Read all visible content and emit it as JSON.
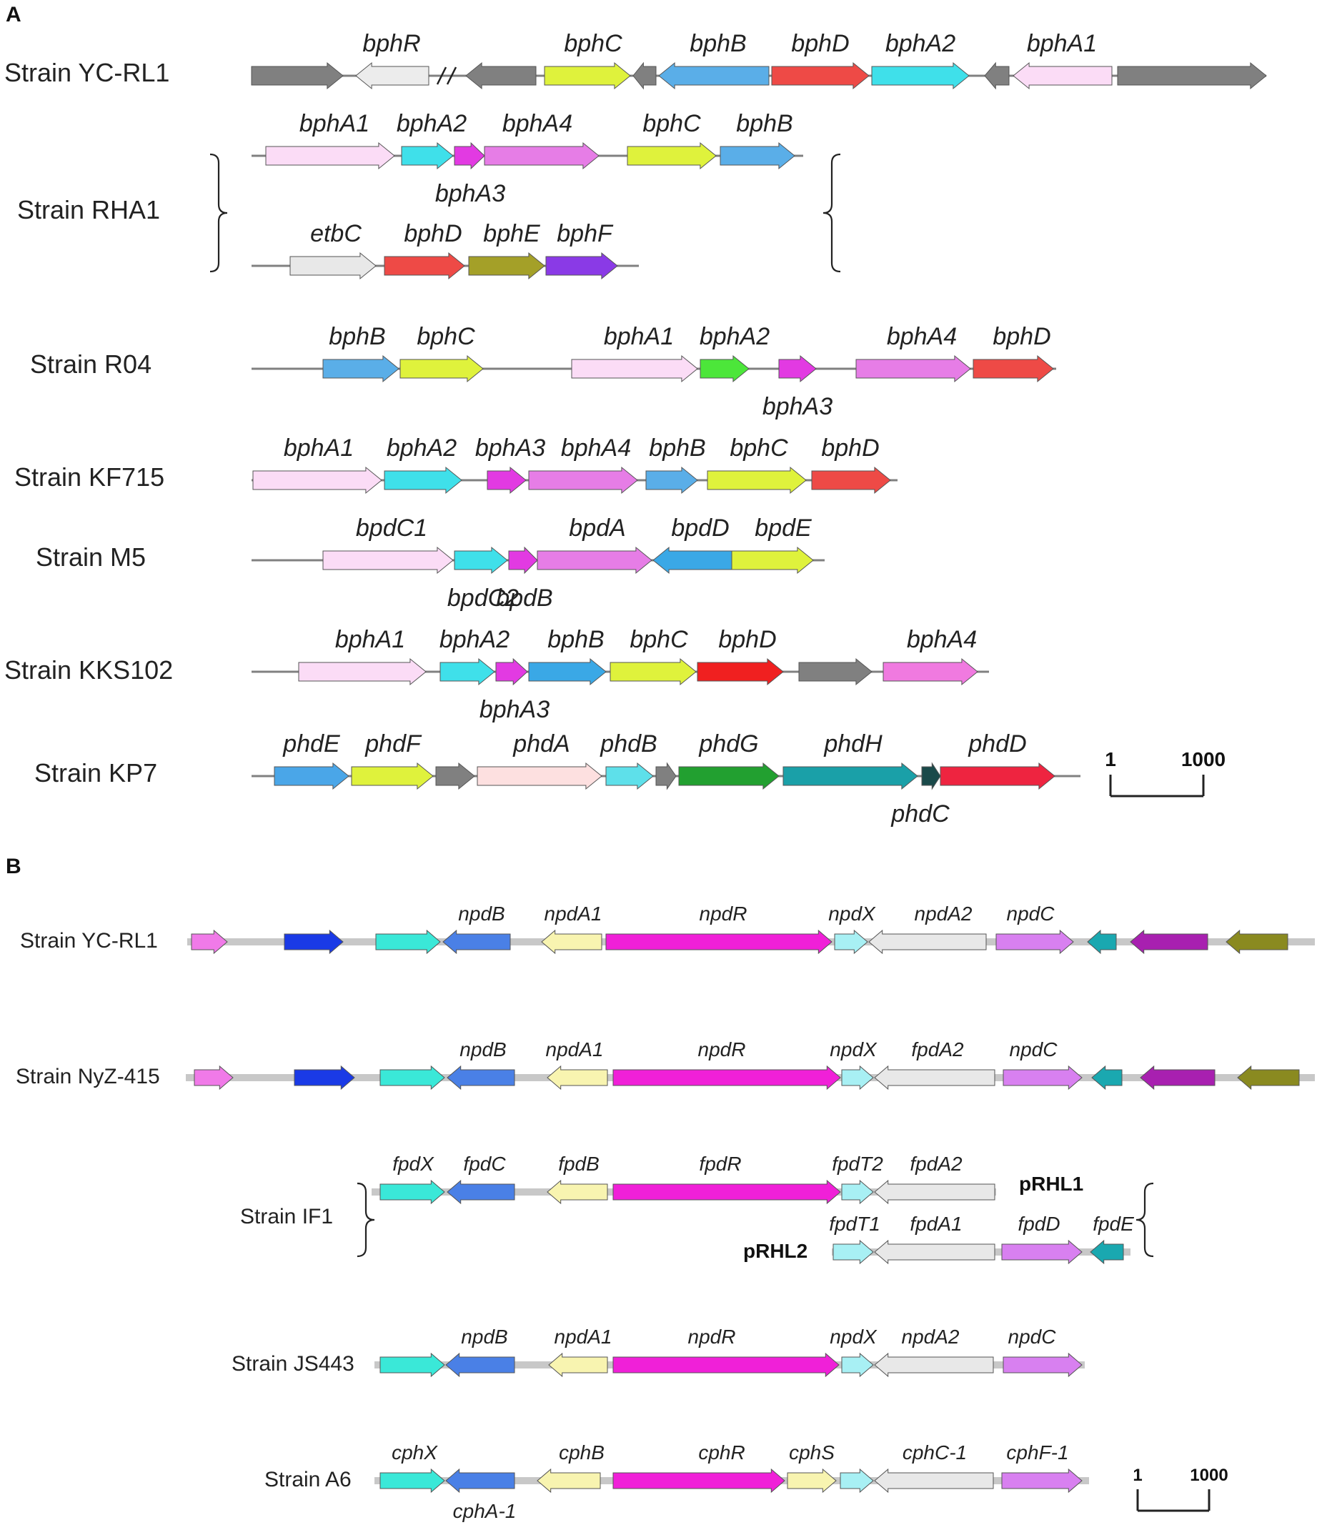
{
  "panels": [
    {
      "id": "A",
      "label": "A",
      "scale_bar": {
        "start_label": "1",
        "end_label": "1000"
      },
      "strains": [
        {
          "name": "Strain YC-RL1",
          "genes": [
            {
              "label": "",
              "color": "#808080"
            },
            {
              "label": "bphR",
              "color": "#ececec"
            },
            {
              "label": "",
              "color": "#808080"
            },
            {
              "label": "bphC",
              "color": "#dff23c"
            },
            {
              "label": "",
              "color": "#808080"
            },
            {
              "label": "bphB",
              "color": "#5aaee8"
            },
            {
              "label": "bphD",
              "color": "#ee4a46"
            },
            {
              "label": "bphA2",
              "color": "#3fe0ea"
            },
            {
              "label": "",
              "color": "#808080"
            },
            {
              "label": "bphA1",
              "color": "#fbdcf6"
            },
            {
              "label": "",
              "color": "#808080"
            }
          ]
        },
        {
          "name": "Strain RHA1",
          "sub_rows": [
            [
              {
                "label": "bphA1",
                "color": "#fbdcf6"
              },
              {
                "label": "bphA2",
                "color": "#3fe0ea"
              },
              {
                "label": "bphA3",
                "color": "#e23ae2"
              },
              {
                "label": "bphA4",
                "color": "#e67de6"
              },
              {
                "label": "bphC",
                "color": "#dff23c"
              },
              {
                "label": "bphB",
                "color": "#5aaee8"
              }
            ],
            [
              {
                "label": "etbC",
                "color": "#e8e8e8"
              },
              {
                "label": "bphD",
                "color": "#ee4a46"
              },
              {
                "label": "bphE",
                "color": "#a4a028"
              },
              {
                "label": "bphF",
                "color": "#8a3ae6"
              }
            ]
          ]
        },
        {
          "name": "Strain R04",
          "genes": [
            {
              "label": "bphB",
              "color": "#5aaee8"
            },
            {
              "label": "bphC",
              "color": "#dff23c"
            },
            {
              "label": "bphA1",
              "color": "#fbdcf6"
            },
            {
              "label": "bphA2",
              "color": "#4ce63a"
            },
            {
              "label": "bphA3",
              "color": "#e23ae2"
            },
            {
              "label": "bphA4",
              "color": "#e67de6"
            },
            {
              "label": "bphD",
              "color": "#ee4a46"
            }
          ]
        },
        {
          "name": "Strain KF715",
          "genes": [
            {
              "label": "bphA1",
              "color": "#fbdcf6"
            },
            {
              "label": "bphA2",
              "color": "#3fe0ea"
            },
            {
              "label": "bphA3",
              "color": "#e23ae2"
            },
            {
              "label": "bphA4",
              "color": "#e67de6"
            },
            {
              "label": "bphB",
              "color": "#5aaee8"
            },
            {
              "label": "bphC",
              "color": "#dff23c"
            },
            {
              "label": "bphD",
              "color": "#ee4a46"
            }
          ]
        },
        {
          "name": "Strain M5",
          "genes": [
            {
              "label": "bpdC1",
              "color": "#fbdcf6"
            },
            {
              "label": "bpdC2",
              "color": "#3fe0ea"
            },
            {
              "label": "bpdB",
              "color": "#e23ae2"
            },
            {
              "label": "bpdA",
              "color": "#e67de6"
            },
            {
              "label": "bpdD",
              "color": "#3aa8e6"
            },
            {
              "label": "bpdE",
              "color": "#dff23c"
            }
          ]
        },
        {
          "name": "Strain KKS102",
          "genes": [
            {
              "label": "bphA1",
              "color": "#fbdcf6"
            },
            {
              "label": "bphA2",
              "color": "#3fe0ea"
            },
            {
              "label": "bphA3",
              "color": "#e23ae2"
            },
            {
              "label": "bphB",
              "color": "#3aa8e6"
            },
            {
              "label": "bphC",
              "color": "#dff23c"
            },
            {
              "label": "bphD",
              "color": "#f02020"
            },
            {
              "label": "",
              "color": "#808080"
            },
            {
              "label": "bphA4",
              "color": "#f07ae0"
            }
          ]
        },
        {
          "name": "Strain KP7",
          "genes": [
            {
              "label": "phdE",
              "color": "#4aa6e8"
            },
            {
              "label": "phdF",
              "color": "#dff23c"
            },
            {
              "label": "",
              "color": "#808080"
            },
            {
              "label": "phdA",
              "color": "#fde0e0"
            },
            {
              "label": "phdB",
              "color": "#5ee0ea"
            },
            {
              "label": "",
              "color": "#808080"
            },
            {
              "label": "phdG",
              "color": "#22a030"
            },
            {
              "label": "phdH",
              "color": "#1aa0a8"
            },
            {
              "label": "phdC",
              "color": "#1a4a4a"
            },
            {
              "label": "phdD",
              "color": "#ee2440"
            }
          ]
        }
      ]
    },
    {
      "id": "B",
      "label": "B",
      "scale_bar": {
        "start_label": "1",
        "end_label": "1000"
      },
      "strains": [
        {
          "name": "Strain YC-RL1",
          "genes": [
            {
              "label": "",
              "color": "#f07ae8"
            },
            {
              "label": "",
              "color": "#1a3ae6"
            },
            {
              "label": "",
              "color": "#3ae8d8"
            },
            {
              "label": "npdB",
              "color": "#4a80e6"
            },
            {
              "label": "npdA1",
              "color": "#f8f4b0"
            },
            {
              "label": "npdR",
              "color": "#f020d8"
            },
            {
              "label": "npdX",
              "color": "#a8f0f4"
            },
            {
              "label": "npdA2",
              "color": "#e8e8e8"
            },
            {
              "label": "npdC",
              "color": "#d880f0"
            },
            {
              "label": "",
              "color": "#1aa8b0"
            },
            {
              "label": "",
              "color": "#a820b0"
            },
            {
              "label": "",
              "color": "#8a8a20"
            }
          ]
        },
        {
          "name": "Strain NyZ-415",
          "genes": [
            {
              "label": "",
              "color": "#f07ae8"
            },
            {
              "label": "",
              "color": "#1a3ae6"
            },
            {
              "label": "",
              "color": "#3ae8d8"
            },
            {
              "label": "npdB",
              "color": "#4a80e6"
            },
            {
              "label": "npdA1",
              "color": "#f8f4b0"
            },
            {
              "label": "npdR",
              "color": "#f020d8"
            },
            {
              "label": "npdX",
              "color": "#a8f0f4"
            },
            {
              "label": "fpdA2",
              "color": "#e8e8e8"
            },
            {
              "label": "npdC",
              "color": "#d880f0"
            },
            {
              "label": "",
              "color": "#1aa8b0"
            },
            {
              "label": "",
              "color": "#a820b0"
            },
            {
              "label": "",
              "color": "#8a8a20"
            }
          ]
        },
        {
          "name": "Strain IF1",
          "sub_rows": [
            {
              "plasmid": "pRHL1",
              "genes": [
                {
                  "label": "fpdX",
                  "color": "#3ae8d8"
                },
                {
                  "label": "fpdC",
                  "color": "#4a80e6"
                },
                {
                  "label": "fpdB",
                  "color": "#f8f4b0"
                },
                {
                  "label": "fpdR",
                  "color": "#f020d8"
                },
                {
                  "label": "fpdT2",
                  "color": "#a8f0f4"
                },
                {
                  "label": "fpdA2",
                  "color": "#e8e8e8"
                }
              ]
            },
            {
              "plasmid": "pRHL2",
              "genes": [
                {
                  "label": "fpdT1",
                  "color": "#a8f0f4"
                },
                {
                  "label": "fpdA1",
                  "color": "#e8e8e8"
                },
                {
                  "label": "fpdD",
                  "color": "#d880f0"
                },
                {
                  "label": "fpdE",
                  "color": "#1aa8b0"
                }
              ]
            }
          ]
        },
        {
          "name": "Strain JS443",
          "genes": [
            {
              "label": "",
              "color": "#3ae8d8"
            },
            {
              "label": "npdB",
              "color": "#4a80e6"
            },
            {
              "label": "npdA1",
              "color": "#f8f4b0"
            },
            {
              "label": "npdR",
              "color": "#f020d8"
            },
            {
              "label": "npdX",
              "color": "#a8f0f4"
            },
            {
              "label": "npdA2",
              "color": "#e8e8e8"
            },
            {
              "label": "npdC",
              "color": "#d880f0"
            }
          ]
        },
        {
          "name": "Strain A6",
          "genes": [
            {
              "label": "cphX",
              "color": "#3ae8d8"
            },
            {
              "label": "cphA-1",
              "color": "#4a80e6"
            },
            {
              "label": "cphB",
              "color": "#f8f4b0"
            },
            {
              "label": "cphR",
              "color": "#f020d8"
            },
            {
              "label": "cphS",
              "color": "#f8f4b0"
            },
            {
              "label": "",
              "color": "#a8f0f4"
            },
            {
              "label": "cphC-1",
              "color": "#e8e8e8"
            },
            {
              "label": "cphF-1",
              "color": "#d880f0"
            }
          ]
        }
      ]
    }
  ]
}
